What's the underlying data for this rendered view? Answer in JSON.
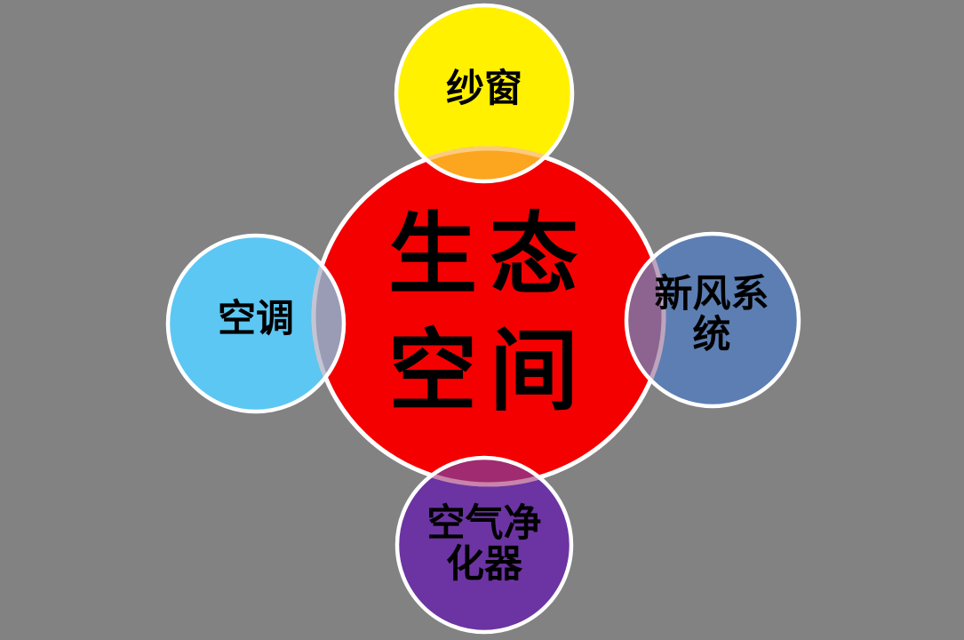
{
  "diagram": {
    "background_color": "#828282",
    "stroke_color": "#FFFFFF",
    "text_color": "#000000",
    "center": {
      "label": "生态空间",
      "lines": [
        "生态",
        "空间"
      ],
      "fill_color": "#F50000"
    },
    "satellites": [
      {
        "position": "top",
        "label": "纱窗",
        "lines": [
          "纱窗"
        ],
        "fill_color": "#FFF100",
        "overlap_color": "#FCA51E"
      },
      {
        "position": "left",
        "label": "空调",
        "lines": [
          "空调"
        ],
        "fill_color": "#5CC7F2",
        "overlap_color": "#9A9CB6"
      },
      {
        "position": "right",
        "label": "新风系统",
        "lines": [
          "新风系",
          "统"
        ],
        "fill_color": "#5C7EB3",
        "overlap_color": "#8D6390"
      },
      {
        "position": "bottom",
        "label": "空气净化器",
        "lines": [
          "空气净",
          "化器"
        ],
        "fill_color": "#6B34A2",
        "overlap_color": "#A02B70"
      }
    ]
  }
}
